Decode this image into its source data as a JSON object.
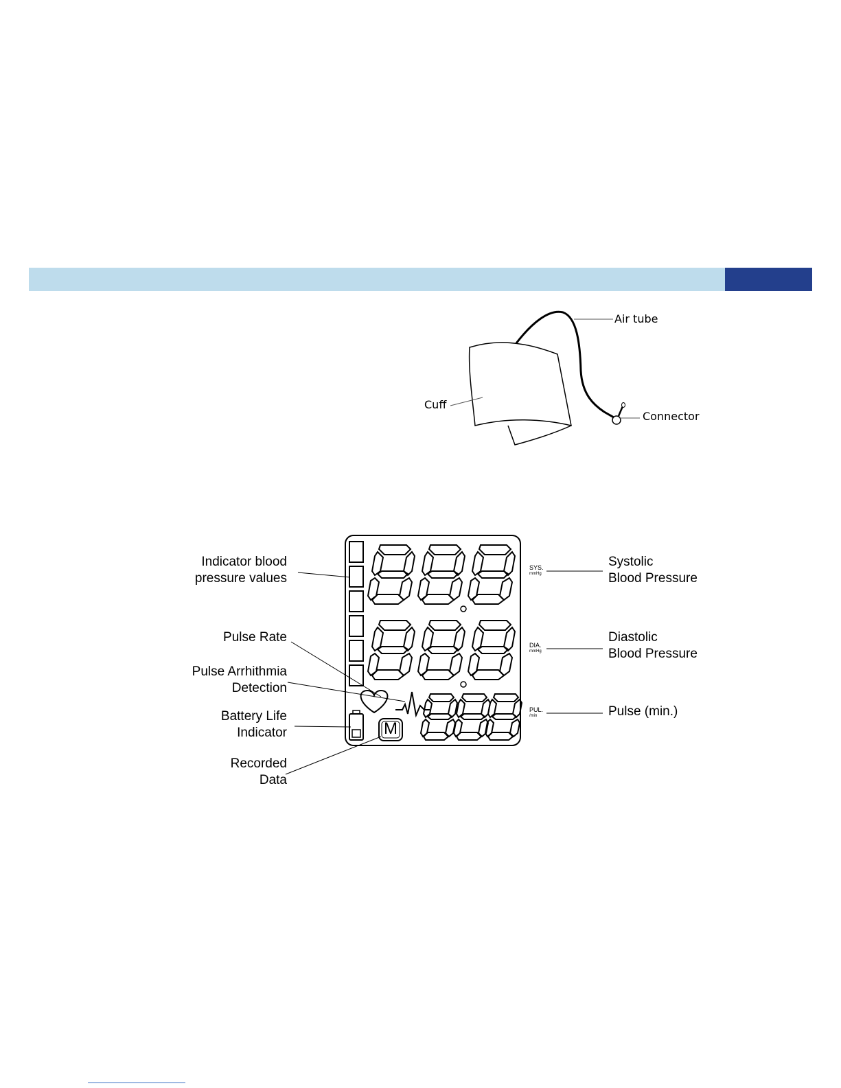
{
  "header_band": {
    "light_color": "#bedcec",
    "dark_color": "#233f8c"
  },
  "cuff_diagram": {
    "labels": {
      "air_tube": "Air tube",
      "cuff": "Cuff",
      "connector": "Connector"
    }
  },
  "display_diagram": {
    "labels": {
      "indicator": [
        "Indicator blood",
        "pressure values"
      ],
      "pulse_rate": "Pulse Rate",
      "arrhythmia": [
        "Pulse Arrhithmia",
        "Detection"
      ],
      "battery": [
        "Battery Life",
        "Indicator"
      ],
      "recorded": [
        "Recorded",
        "Data"
      ],
      "systolic": [
        "Systolic",
        "Blood Pressure"
      ],
      "diastolic": [
        "Diastolic",
        "Blood Pressure"
      ],
      "pulse": "Pulse (min.)"
    },
    "lcd_tags": {
      "sys": "SYS.",
      "sys_unit": "mmHg",
      "dia": "DIA.",
      "dia_unit": "mmHg",
      "pul": "PUL.",
      "pul_unit": "/min",
      "memory": "M"
    }
  }
}
